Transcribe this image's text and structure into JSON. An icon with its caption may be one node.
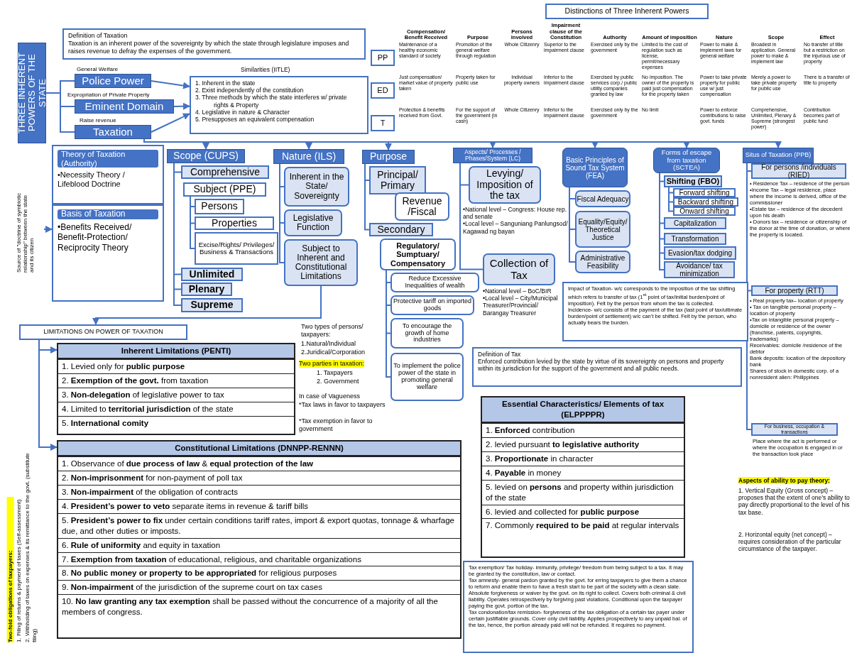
{
  "diagram": {
    "nodes": [
      {
        "text": [
          "Definition of Taxation",
          "Taxation is an inherent power of the sovereignty by which the state through legislature imposes and raises revenue to defray the expenses of the government."
        ]
      },
      {
        "text": [
          "THREE INHERENT POWERS OF THE STATE"
        ]
      },
      {
        "text": [
          "Police Power"
        ],
        "beside": [
          "General Welfare"
        ]
      },
      {
        "text": [
          "Eminent Domain"
        ],
        "beside": [
          "Expropriation of Private Property"
        ]
      },
      {
        "text": [
          "Taxation"
        ],
        "beside": [
          "Raise revenue"
        ]
      },
      {
        "text": [
          "Similarities (IITLE)",
          "1. Inherent in the state",
          "2. Exist independently of the constitution",
          "3. Three methods by which the state interferes w/ private rights & Property",
          "4. Legislative in nature & Character",
          "5. Presupposes an equivalent compensation"
        ]
      },
      {
        "text": [
          "Distinctions of Three Inherent Powers"
        ]
      },
      {
        "text": [
          "PP"
        ]
      },
      {
        "text": [
          "ED"
        ]
      },
      {
        "text": [
          "T"
        ]
      },
      {
        "text": [
          "Theory of Taxation (Authority)",
          "•Necessity Theory / Lifeblood Doctrine"
        ]
      },
      {
        "text": [
          "Basis of Taxation",
          "•Benefits Received/ Benefit-Protection/ Reciprocity Theory"
        ]
      },
      {
        "text": [
          "Source of \"doctrine of symbiotic relationship\" between the state and its citizen"
        ]
      },
      {
        "text": [
          "Scope (CUPS)"
        ]
      },
      {
        "text": [
          "Comprehensive"
        ]
      },
      {
        "text": [
          "Subject (PPE)"
        ]
      },
      {
        "text": [
          "Persons"
        ]
      },
      {
        "text": [
          "Properties"
        ]
      },
      {
        "text": [
          "Excise/Rights/ Privileges/ Business & Transactions"
        ]
      },
      {
        "text": [
          "Unlimited"
        ]
      },
      {
        "text": [
          "Plenary"
        ]
      },
      {
        "text": [
          "Supreme"
        ]
      },
      {
        "text": [
          "Nature (ILS)"
        ]
      },
      {
        "text": [
          "Inherent in the State/ Sovereignty"
        ]
      },
      {
        "text": [
          "Legislative Function"
        ]
      },
      {
        "text": [
          "Subject to Inherent and Constitutional Limitations"
        ]
      },
      {
        "text": [
          "Purpose"
        ]
      },
      {
        "text": [
          "Principal/ Primary"
        ]
      },
      {
        "text": [
          "Revenue /Fiscal"
        ]
      },
      {
        "text": [
          "Secondary"
        ]
      },
      {
        "text": [
          "Regulatory/ Sumptuary/ Compensatory"
        ]
      },
      {
        "text": [
          "Reduce Excessive Inequalities of wealth"
        ]
      },
      {
        "text": [
          "Protective tariff on imported goods"
        ]
      },
      {
        "text": [
          "To encourage the growth of home industries"
        ]
      },
      {
        "text": [
          "To implement the police power of the state in promoting general welfare"
        ]
      },
      {
        "text": [
          "Aspects/ Processes / Phases/System (LC)"
        ]
      },
      {
        "text": [
          "Levying/ Imposition of the tax"
        ],
        "beside": [
          "•National level – Congress: House rep. and senate",
          "•Local level – Sanguniang Panlungsod/ Kagawad ng bayan"
        ]
      },
      {
        "text": [
          "Collection of Tax"
        ],
        "beside": [
          "•National level – BoC/BIR",
          "•Local level – City/Municipal Treasurer/Provincial/ Barangay Treasurer"
        ]
      },
      {
        "text": [
          "Basic Principles of Sound Tax System (FEA)"
        ]
      },
      {
        "text": [
          "Fiscal Adequacy"
        ]
      },
      {
        "text": [
          "Equality/Equity/ Theoretical Justice"
        ]
      },
      {
        "text": [
          "Administrative Feasibility"
        ]
      },
      {
        "text": [
          "Forms of escape from taxation (SCTEA)"
        ]
      },
      {
        "text": [
          "Shifting (FBO)"
        ]
      },
      {
        "text": [
          "Forward shifting"
        ]
      },
      {
        "text": [
          "Backward shifting"
        ]
      },
      {
        "text": [
          "Onward shifting"
        ]
      },
      {
        "text": [
          "Capitalization"
        ]
      },
      {
        "text": [
          "Transformation"
        ]
      },
      {
        "text": [
          "Evasion/tax dodging"
        ]
      },
      {
        "text": [
          "Avoidance/ tax minimization"
        ]
      },
      {
        "text": [
          "Situs of Taxation (PPB)"
        ]
      },
      {
        "text": [
          "For persons /individuals (RIED)"
        ],
        "beside": [
          "• Residence Tax – residence of the person",
          "•Income Tax – legal residence, place where the income is derived, office of the commissioner",
          "•Estate tax – residence of the decedent upon his death",
          "• Donors tax – residence or citizenship of the donor at the time of donation, or where the property is located."
        ]
      },
      {
        "text": [
          "For property (RTT)"
        ],
        "beside": [
          "• Real property tax– location of property",
          "• Tax on tangible personal property – location of property",
          "•Tax on intangible personal property – domicile or residence of the owner (franchise, patents, copyrights, trademarks)",
          "Receivables: domicile /residence of the debtor",
          "Bank deposits: location of the depository bank",
          "Shares of stock in domestic corp. of a nonresident alien: Philippines"
        ]
      },
      {
        "text": [
          "For business, occupation & transactions"
        ],
        "beside": [
          "Place where the act is performed or where the occupation is engaged in or the transaction took place"
        ]
      },
      {
        "text": [
          "Impact of Taxation- w/c corresponds to the imposition of the tax shifting which refers to transfer of tax (1$^{st}$ point of tax/initial burden/point of imposition). Felt by the person from whom the tax is collected.",
          "Incidence- w/c consists of the payment of the tax (last point of tax/ultimate burden/point of settlement) w/c can’t be shifted. Felt by the person, who actually bears the burden."
        ]
      },
      {
        "text": [
          "Definition of Tax",
          "Enforced contribution levied by the state by virtue of its sovereignty on persons and property within its jurisdiction for the support of the government and all public needs."
        ]
      },
      {
        "text": [
          "LIMITATIONS ON POWER OF TAXATION"
        ]
      },
      {
        "text": [
          "Inherent Limitations (PENTI)",
          "1. Levied only for **public purpose**",
          "2. **Exemption of the govt.** from taxation",
          "3. **Non-delegation** of legislative power to tax",
          "4. Limited to **territorial jurisdiction** of the state",
          "5. **International comity**"
        ]
      },
      {
        "text": [
          "Constitutional Limitations (DNNPP-RENNN)",
          "1. Observance of **due process of law** & **equal protection of the law**",
          "2. **Non-imprisonment** for non-payment of poll tax",
          "3. **Non-impairment** of the obligation of contracts",
          "4. **President’s power to veto** separate items in revenue & tariff bills",
          "5. **President’s power to fix** under certain conditions tariff rates, import & export quotas, tonnage & wharfage due, and other duties or imposts.",
          "6. **Rule of uniformity** and equity in taxation",
          "7. **Exemption from taxation** of educational, religious, and charitable organizations",
          "8. **No public money or property to be appropriated** for religious purposes",
          "9. **Non-impairment** of the jurisdiction of the supreme court on tax cases",
          "10. **No law granting any tax exemption** shall be passed without the concurrence of a majority of all the members of congress."
        ]
      },
      {
        "text": [
          "Essential Characteristics/ Elements of tax (ELPPPPR)",
          "1. **Enforced** contribution",
          "2. levied pursuant **to legislative authority**",
          "3. **Proportionate** in character",
          "4. **Payable** in money",
          "5. levied on **persons** and property within jurisdiction of the state",
          "6. levied and collected for **public purpose**",
          "7. Commonly **required to be paid** at regular intervals"
        ]
      },
      {
        "text": [
          "Tax exemption/ Tax holiday- immunity, privilege/ freedom from being subject to a tax. It may be granted by the constitution, law or contact.",
          "Tax amnesty- general pardon granted by the govt. for erring taxpayers to give them a chance to reform and enable them to have a fresh start to be part of the society with a clean slate. Absolute forgiveness or waiver by the govt. on its right to collect. Covers both criminal & civil liability. Operates retrospectively by forgiving past violations. Conditional upon the taxpayer paying the govt. portion of the tax.",
          "Tax condonation/tax remission- forgiveness of the tax obligation of a certain tax payer under certain justifiable grounds. Cover only civil liability. Applies prospectively to any unpaid bal. of the tax, hence, the portion already paid will not be refunded. It requires no payment."
        ]
      }
    ],
    "edges": [
      {
        "from": 1,
        "to": 2,
        "arrow": "none"
      },
      {
        "from": 1,
        "to": 3,
        "arrow": "none"
      },
      {
        "from": 1,
        "to": 4,
        "arrow": "none"
      },
      {
        "from": 2,
        "to": 5,
        "arrow": "to"
      },
      {
        "from": 3,
        "to": 5,
        "arrow": "to"
      },
      {
        "from": 4,
        "to": 5,
        "arrow": "to"
      },
      {
        "from": 4,
        "to": 13,
        "arrow": "to"
      },
      {
        "from": 4,
        "to": 22,
        "arrow": "to"
      },
      {
        "from": 4,
        "to": 26,
        "arrow": "to"
      },
      {
        "from": 4,
        "to": 35,
        "arrow": "to"
      },
      {
        "from": 4,
        "to": 38,
        "arrow": "to"
      },
      {
        "from": 4,
        "to": 42,
        "arrow": "to"
      },
      {
        "from": 4,
        "to": 51,
        "arrow": "to"
      },
      {
        "from": 12,
        "to": 11,
        "arrow": "to"
      },
      {
        "from": 13,
        "to": 14,
        "arrow": "none"
      },
      {
        "from": 13,
        "to": 19,
        "arrow": "none"
      },
      {
        "from": 13,
        "to": 20,
        "arrow": "none"
      },
      {
        "from": 13,
        "to": 21,
        "arrow": "none"
      },
      {
        "from": 15,
        "to": 16,
        "arrow": "none"
      },
      {
        "from": 15,
        "to": 17,
        "arrow": "none"
      },
      {
        "from": 15,
        "to": 18,
        "arrow": "none"
      },
      {
        "from": 22,
        "to": 23,
        "arrow": "none"
      },
      {
        "from": 22,
        "to": 24,
        "arrow": "none"
      },
      {
        "from": 22,
        "to": 25,
        "arrow": "none"
      },
      {
        "from": 26,
        "to": 27,
        "arrow": "none"
      },
      {
        "from": 26,
        "to": 29,
        "arrow": "none"
      },
      {
        "from": 30,
        "to": 31,
        "arrow": "none"
      },
      {
        "from": 30,
        "to": 32,
        "arrow": "none"
      },
      {
        "from": 30,
        "to": 33,
        "arrow": "none"
      },
      {
        "from": 30,
        "to": 34,
        "arrow": "none"
      },
      {
        "from": 35,
        "to": 36,
        "arrow": "none"
      },
      {
        "from": 35,
        "to": 37,
        "arrow": "none"
      },
      {
        "from": 38,
        "to": 39,
        "arrow": "none"
      },
      {
        "from": 38,
        "to": 40,
        "arrow": "none"
      },
      {
        "from": 38,
        "to": 41,
        "arrow": "none"
      },
      {
        "from": 42,
        "to": 43,
        "arrow": "none"
      },
      {
        "from": 42,
        "to": 47,
        "arrow": "none"
      },
      {
        "from": 42,
        "to": 48,
        "arrow": "none"
      },
      {
        "from": 42,
        "to": 49,
        "arrow": "none"
      },
      {
        "from": 42,
        "to": 50,
        "arrow": "none"
      },
      {
        "from": 43,
        "to": 44,
        "arrow": "none"
      },
      {
        "from": 43,
        "to": 45,
        "arrow": "none"
      },
      {
        "from": 43,
        "to": 46,
        "arrow": "none"
      },
      {
        "from": 51,
        "to": 52,
        "arrow": "none"
      },
      {
        "from": 51,
        "to": 53,
        "arrow": "none"
      },
      {
        "from": 51,
        "to": 54,
        "arrow": "none"
      },
      {
        "from": 25,
        "to": 57,
        "arrow": "to"
      },
      {
        "from": 57,
        "to": 58,
        "arrow": "to"
      },
      {
        "from": 57,
        "to": 59,
        "arrow": "to"
      }
    ],
    "labels": [
      "Compensation/ Benefit Received",
      "Purpose",
      "Persons involved",
      "Impairment clause of the Constitution",
      "Authority",
      "Amount of imposition",
      "Nature",
      "Scope",
      "Effect",
      "Maintenance of a healthy economic standard of society",
      "Promotion of the general welfare through regulation",
      "Whole Citizenry",
      "Superior to the impairment clause",
      "Exercised only by the government",
      "Limited to the cost of regulation such as license, permit/necessary expenses",
      "Power to make & implement laws for general welfare",
      "Broadest in application. General power to make & implement law",
      "No transfer of title but a restriction on the injurious use of property",
      "Just compensation/ market value of property taken",
      "Property taken for public use",
      "Individual property owners",
      "Inferior to the impairment clause",
      "Exercised by public services corp./ public utility companies granted by law",
      "No imposition. The owner of the property is paid just compensation for the property taken",
      "Power to take private property for public use w/ just compensation",
      "Merely a power to take private property for public use",
      "There is a transfer of title to property",
      "Protection & benefits received from Govt.",
      "For the support of the government (in cash)",
      "Whole Citizenry",
      "Inferior to the impairment clause",
      "Exercised only by the government",
      "No limit",
      "Power to enforce contributions to raise govt. funds",
      "Comprehensive, Unlimited, Plenary & Supreme (strongest power)",
      "Contribution becomes part of public fund",
      "Two types of persons/ taxpayers:",
      "1.Natural/Individual",
      "2.Juridical/Corporation",
      "Two parties in taxation:",
      "1. Taxpayers",
      "2. Government",
      "In case of Vagueness",
      "*Tax laws in favor to taxpayers",
      "*Tax exemption in favor to government",
      "Aspects of ability to pay theory:",
      "1. Vertical Equity (Gross concept) – proposes that the extent of one’s ability to pay directly proportional to the level of his tax base.",
      "2. Horizontal equity (net concept) – requires consideration of the particular circumstance of the taxpayer.",
      "Two-fold obligations of taxpayers:",
      "1. Filing of returns & payment of taxes (Self-assessment)",
      "2. Withholding of taxes on expenses & its remittance to the govt. (substitute filing)"
    ]
  }
}
